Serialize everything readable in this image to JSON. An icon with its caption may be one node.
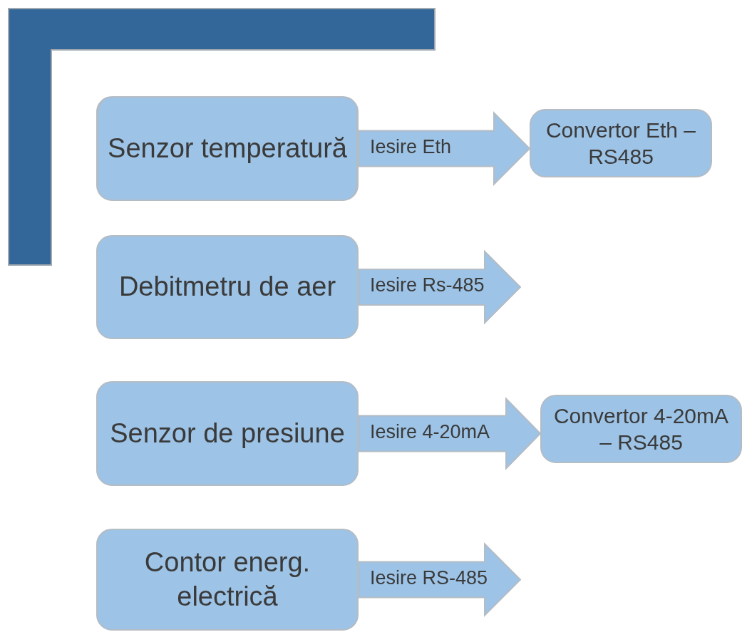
{
  "diagram": {
    "nodes": [
      {
        "text": [
          "Senzor temperatură"
        ]
      },
      {
        "text": [
          "Convertor Eth – RS485"
        ]
      },
      {
        "text": [
          "Debitmetru de aer"
        ]
      },
      {
        "text": [
          "Senzor de presiune"
        ]
      },
      {
        "text": [
          "Convertor 4-20mA – RS485"
        ]
      },
      {
        "text": [
          "Contor energ. electrică"
        ]
      }
    ],
    "edges": [
      {
        "from": 0,
        "to": 1,
        "arrow": "to",
        "label": "Iesire Eth"
      },
      {
        "from": 2,
        "to": null,
        "arrow": "to",
        "label": "Iesire Rs-485"
      },
      {
        "from": 3,
        "to": 4,
        "arrow": "to",
        "label": "Iesire 4-20mA"
      },
      {
        "from": 5,
        "to": null,
        "arrow": "to",
        "label": "Iesire RS-485"
      }
    ]
  }
}
